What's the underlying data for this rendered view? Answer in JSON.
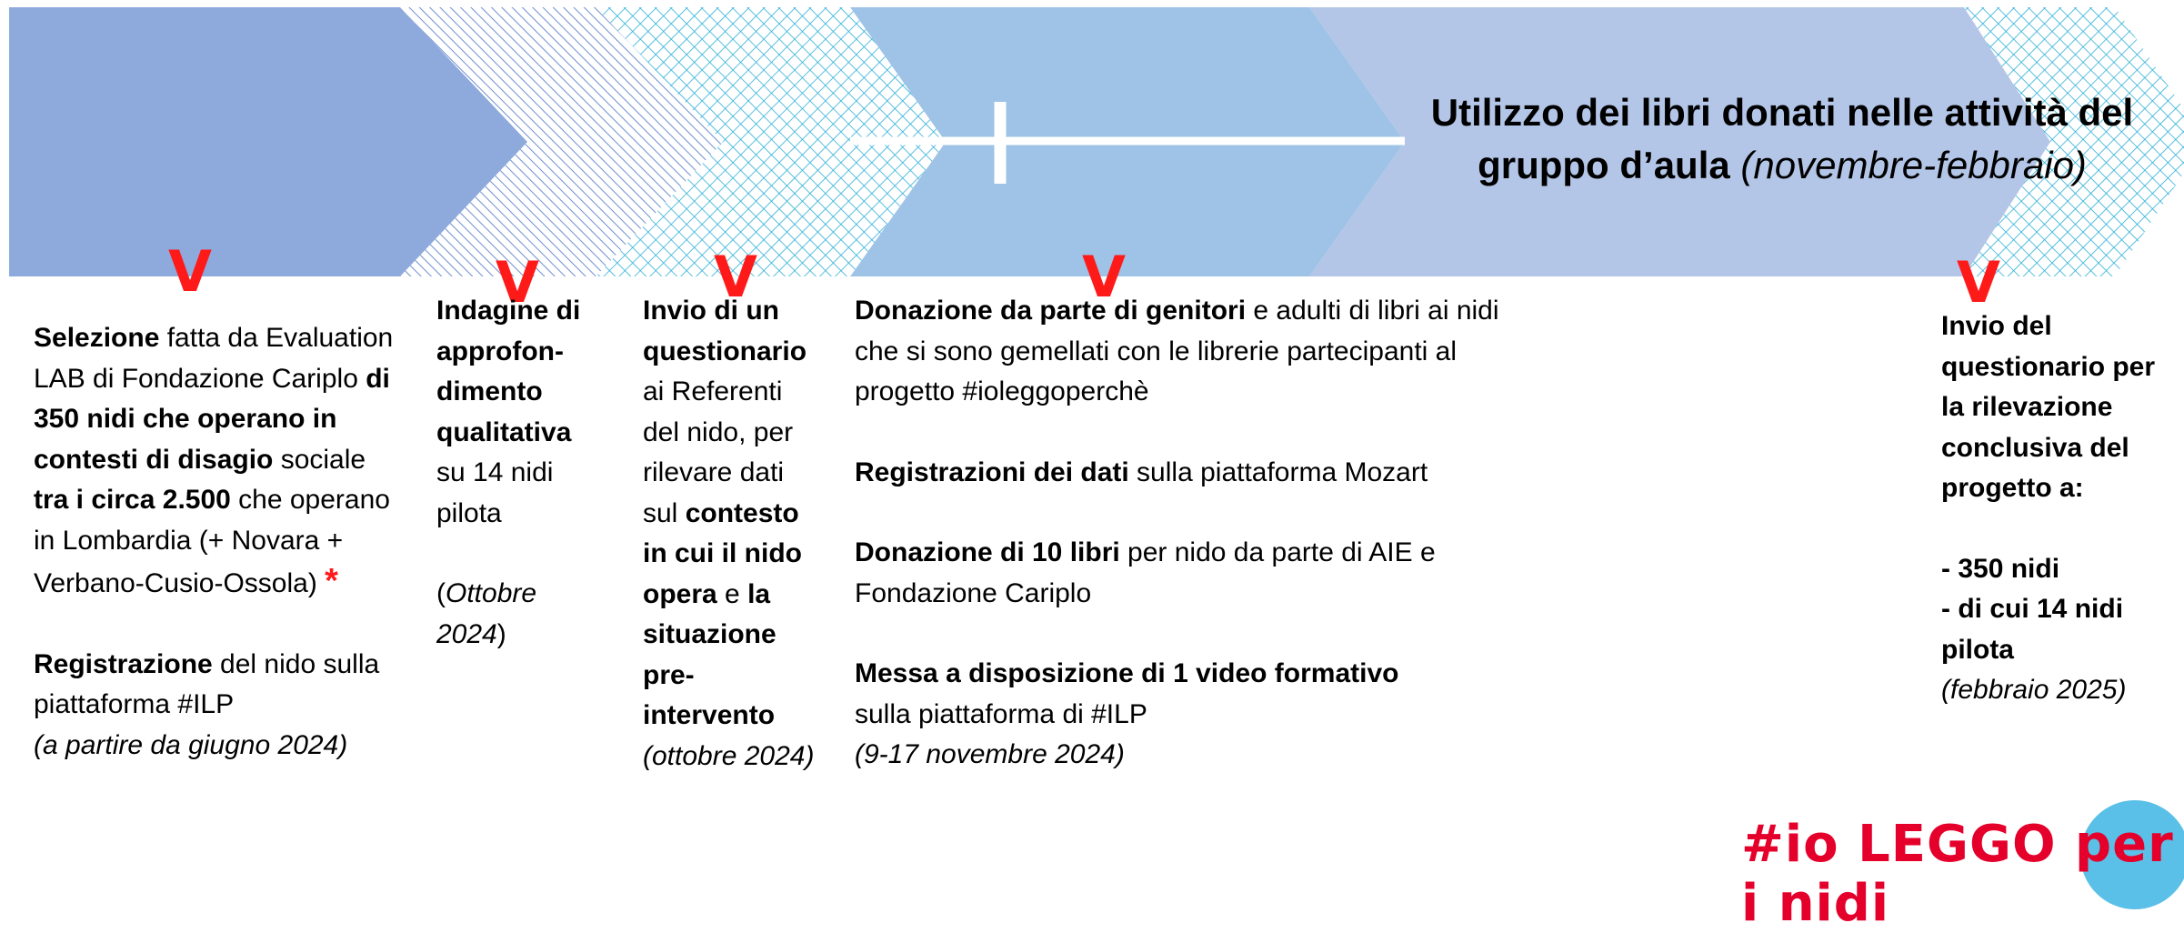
{
  "headline": {
    "bold": "Utilizzo dei libri donati nelle attività del gruppo d’aula",
    "italic": "(novembre-febbraio)"
  },
  "colors": {
    "arrow1": "#8eaadc",
    "arrow4": "#9ec3e6",
    "arrow5": "#b4c6e7",
    "check": "#ff1a1a"
  },
  "check_mark": "V",
  "col1": {
    "p1_b1": "Selezione",
    "p1_t1": " fatta da Evaluation LAB di Fondazione Cariplo ",
    "p1_b2": "di 350 nidi che operano in contesti di disagio",
    "p1_t2": " sociale ",
    "p1_b3": "tra i circa 2.500",
    "p1_t3": " che operano in Lombardia (+ Novara + Verbano-Cusio-Ossola) ",
    "star": "*",
    "p2_b1": "Registrazione",
    "p2_t1": " del nido sulla piattaforma #ILP",
    "p2_i1": "(a partire da giugno 2024)"
  },
  "col2": {
    "b1": "Indagine di approfon-dimento qualitativa",
    "t1": " su 14 nidi pilota",
    "open": "(",
    "i1": "Ottobre 2024",
    "close": ")"
  },
  "col3": {
    "b1": "Invio di un questionario",
    "t1": " ai Referenti del nido, per rilevare dati sul ",
    "b2": "contesto in cui il nido opera",
    "t2": " e ",
    "b3": "la situazione pre-intervento",
    "i1": "(ottobre 2024)"
  },
  "col4": {
    "p1_b": "Donazione da parte di genitori",
    "p1_t": " e adulti di libri ai nidi che si sono gemellati con le librerie partecipanti al progetto #ioleggoperchè",
    "p2_b": "Registrazioni dei dati",
    "p2_t": " sulla piattaforma Mozart",
    "p3_b": "Donazione di 10 libri",
    "p3_t": " per nido da parte di AIE e Fondazione Cariplo",
    "p4_b": "Messa a disposizione di 1 video formativo",
    "p4_t": " sulla piattaforma di #ILP",
    "p4_i": "(9-17 novembre 2024)"
  },
  "col5": {
    "b1": "Invio del questionario per la rilevazione conclusiva del progetto a:",
    "l1": "- 350 nidi",
    "l2": "- di cui 14 nidi pilota",
    "i1": "(febbraio 2025)"
  },
  "logo": {
    "text": "#io LEGGO per i nidi"
  }
}
